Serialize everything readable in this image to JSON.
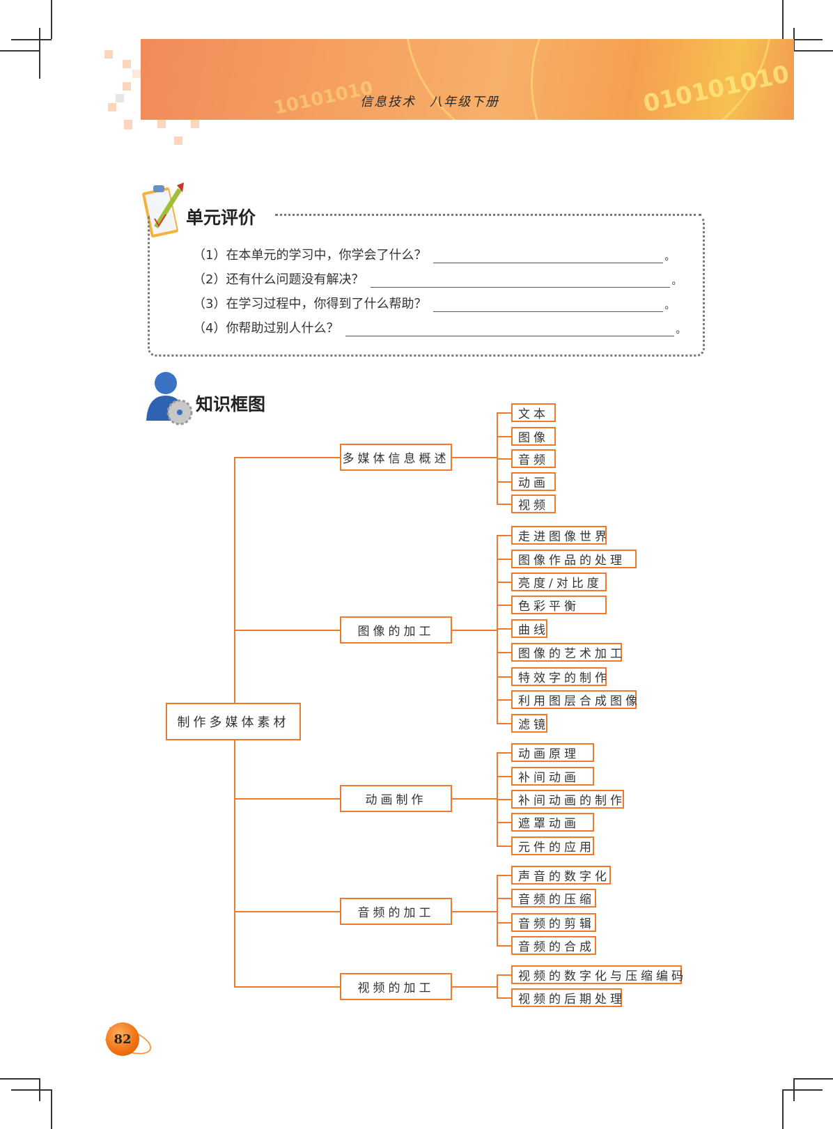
{
  "header": {
    "title": "信息技术　八年级下册"
  },
  "evaluation": {
    "title": "单元评价",
    "questions": [
      "（1）在本单元的学习中，你学会了什么？",
      "（2）还有什么问题没有解决？",
      "（3）在学习过程中，你得到了什么帮助？",
      "（4）你帮助过别人什么？"
    ],
    "period": "。"
  },
  "knowledge": {
    "title": "知识框图",
    "root": "制作多媒体素材",
    "branches": [
      {
        "label": "多媒体信息概述",
        "leaves": [
          "文本",
          "图像",
          "音频",
          "动画",
          "视频"
        ]
      },
      {
        "label": "图像的加工",
        "leaves": [
          "走进图像世界",
          "图像作品的处理",
          "亮度/对比度",
          "色彩平衡",
          "曲线",
          "图像的艺术加工",
          "特效字的制作",
          "利用图层合成图像",
          "滤镜"
        ]
      },
      {
        "label": "动画制作",
        "leaves": [
          "动画原理",
          "补间动画",
          "补间动画的制作",
          "遮罩动画",
          "元件的应用"
        ]
      },
      {
        "label": "音频的加工",
        "leaves": [
          "声音的数字化",
          "音频的压缩",
          "音频的剪辑",
          "音频的合成"
        ]
      },
      {
        "label": "视频的加工",
        "leaves": [
          "视频的数字化与压缩编码",
          "视频的后期处理"
        ]
      }
    ]
  },
  "footer": {
    "page_number": "82"
  },
  "colors": {
    "accent": "#ef7a2c"
  }
}
